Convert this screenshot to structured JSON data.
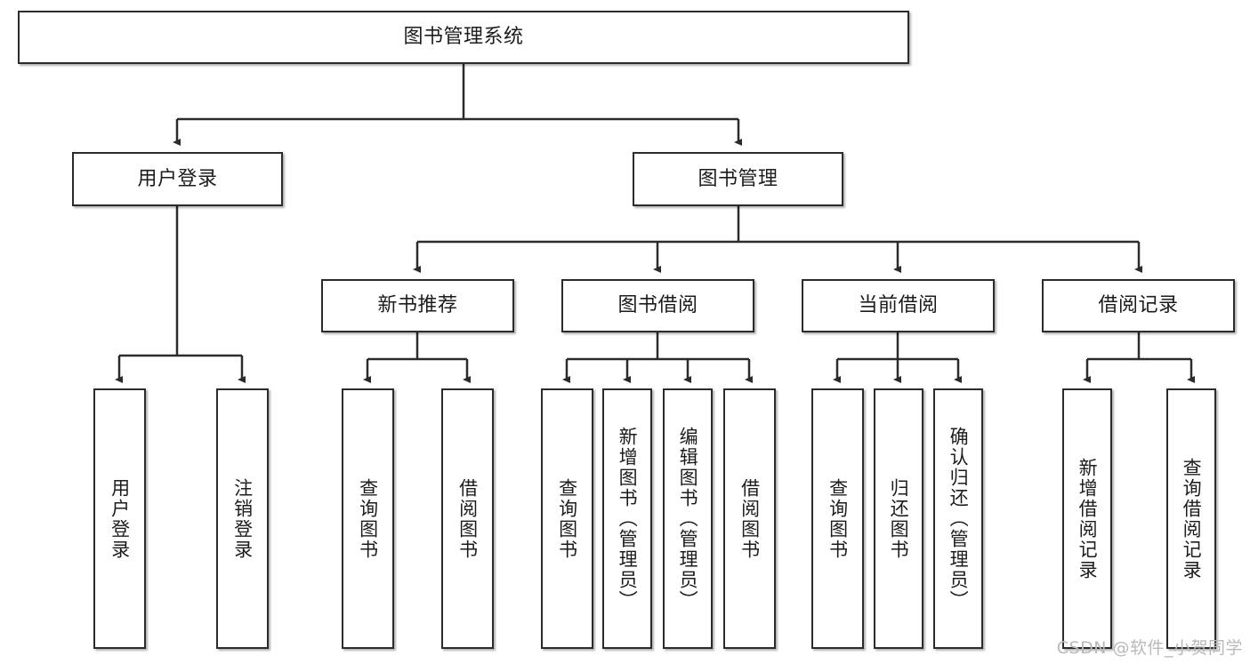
{
  "diagram": {
    "title": "图书管理系统",
    "type": "tree-hierarchy",
    "watermark": "CSDN @软件_小贺同学",
    "colors": {
      "border": "#2b2b2b",
      "background": "#ffffff",
      "text": "#1c1c1c",
      "watermark": "#b9b9b9"
    },
    "levels": {
      "root": {
        "label": "图书管理系统"
      },
      "level2": [
        {
          "label": "用户登录"
        },
        {
          "label": "图书管理"
        }
      ],
      "level3": [
        {
          "label": "新书推荐"
        },
        {
          "label": "图书借阅"
        },
        {
          "label": "当前借阅"
        },
        {
          "label": "借阅记录"
        }
      ],
      "leaves": {
        "user_login": [
          {
            "label": "用户登录"
          },
          {
            "label": "注销登录"
          }
        ],
        "new_book_recommend": [
          {
            "label": "查询图书"
          },
          {
            "label": "借阅图书"
          }
        ],
        "book_borrow": [
          {
            "label": "查询图书"
          },
          {
            "label": "新增图书（管理员）"
          },
          {
            "label": "编辑图书（管理员）"
          },
          {
            "label": "借阅图书"
          }
        ],
        "current_borrow": [
          {
            "label": "查询图书"
          },
          {
            "label": "归还图书"
          },
          {
            "label": "确认归还（管理员）"
          }
        ],
        "borrow_record": [
          {
            "label": "新增借阅记录"
          },
          {
            "label": "查询借阅记录"
          }
        ]
      }
    }
  }
}
